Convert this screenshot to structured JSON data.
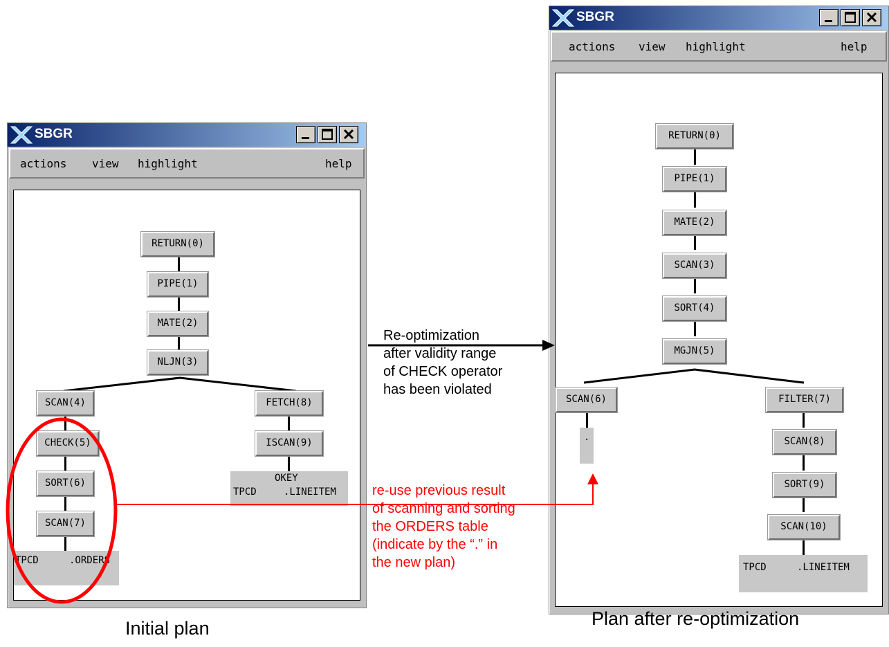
{
  "left_window": {
    "title": "SBGR",
    "menu": {
      "actions": "actions",
      "view": "view",
      "highlight": "highlight",
      "help": "help"
    },
    "nodes": {
      "return": "RETURN(0)",
      "pipe": "PIPE(1)",
      "mate": "MATE(2)",
      "nljn": "NLJN(3)",
      "scan4": "SCAN(4)",
      "check5": "CHECK(5)",
      "sort6": "SORT(6)",
      "scan7": "SCAN(7)",
      "fetch8": "FETCH(8)",
      "iscan9": "ISCAN(9)"
    },
    "orders_table": {
      "schema": "TPCD",
      "name": ".ORDERS"
    },
    "lineitem_table": {
      "key": "OKEY",
      "schema": "TPCD",
      "name": ".LINEITEM"
    }
  },
  "right_window": {
    "title": "SBGR",
    "menu": {
      "actions": "actions",
      "view": "view",
      "highlight": "highlight",
      "help": "help"
    },
    "nodes": {
      "return": "RETURN(0)",
      "pipe": "PIPE(1)",
      "mate": "MATE(2)",
      "scan3": "SCAN(3)",
      "sort4": "SORT(4)",
      "mgjn5": "MGJN(5)",
      "scan6": "SCAN(6)",
      "filter7": "FILTER(7)",
      "scan8": "SCAN(8)",
      "sort9": "SORT(9)",
      "scan10": "SCAN(10)"
    },
    "reuse_marker": ".",
    "lineitem_table": {
      "schema": "TPCD",
      "name": ".LINEITEM"
    }
  },
  "annotations": {
    "reopt": [
      "Re-optimization",
      "after validity range",
      "of CHECK operator",
      "has been violated"
    ],
    "reuse": [
      "re-use previous result",
      "of scanning and sorting",
      "the ORDERS table",
      "(indicate by the “.” in",
      "the new plan)"
    ]
  },
  "captions": {
    "left": "Initial plan",
    "right": "Plan after re-optimization"
  },
  "colors": {
    "title_start": "#0a246a",
    "title_end": "#a6caf0",
    "highlight": "#ff0000"
  },
  "icons": {
    "app": "x-logo-icon",
    "minimize": "minimize-icon",
    "maximize": "maximize-icon",
    "close": "close-icon"
  }
}
